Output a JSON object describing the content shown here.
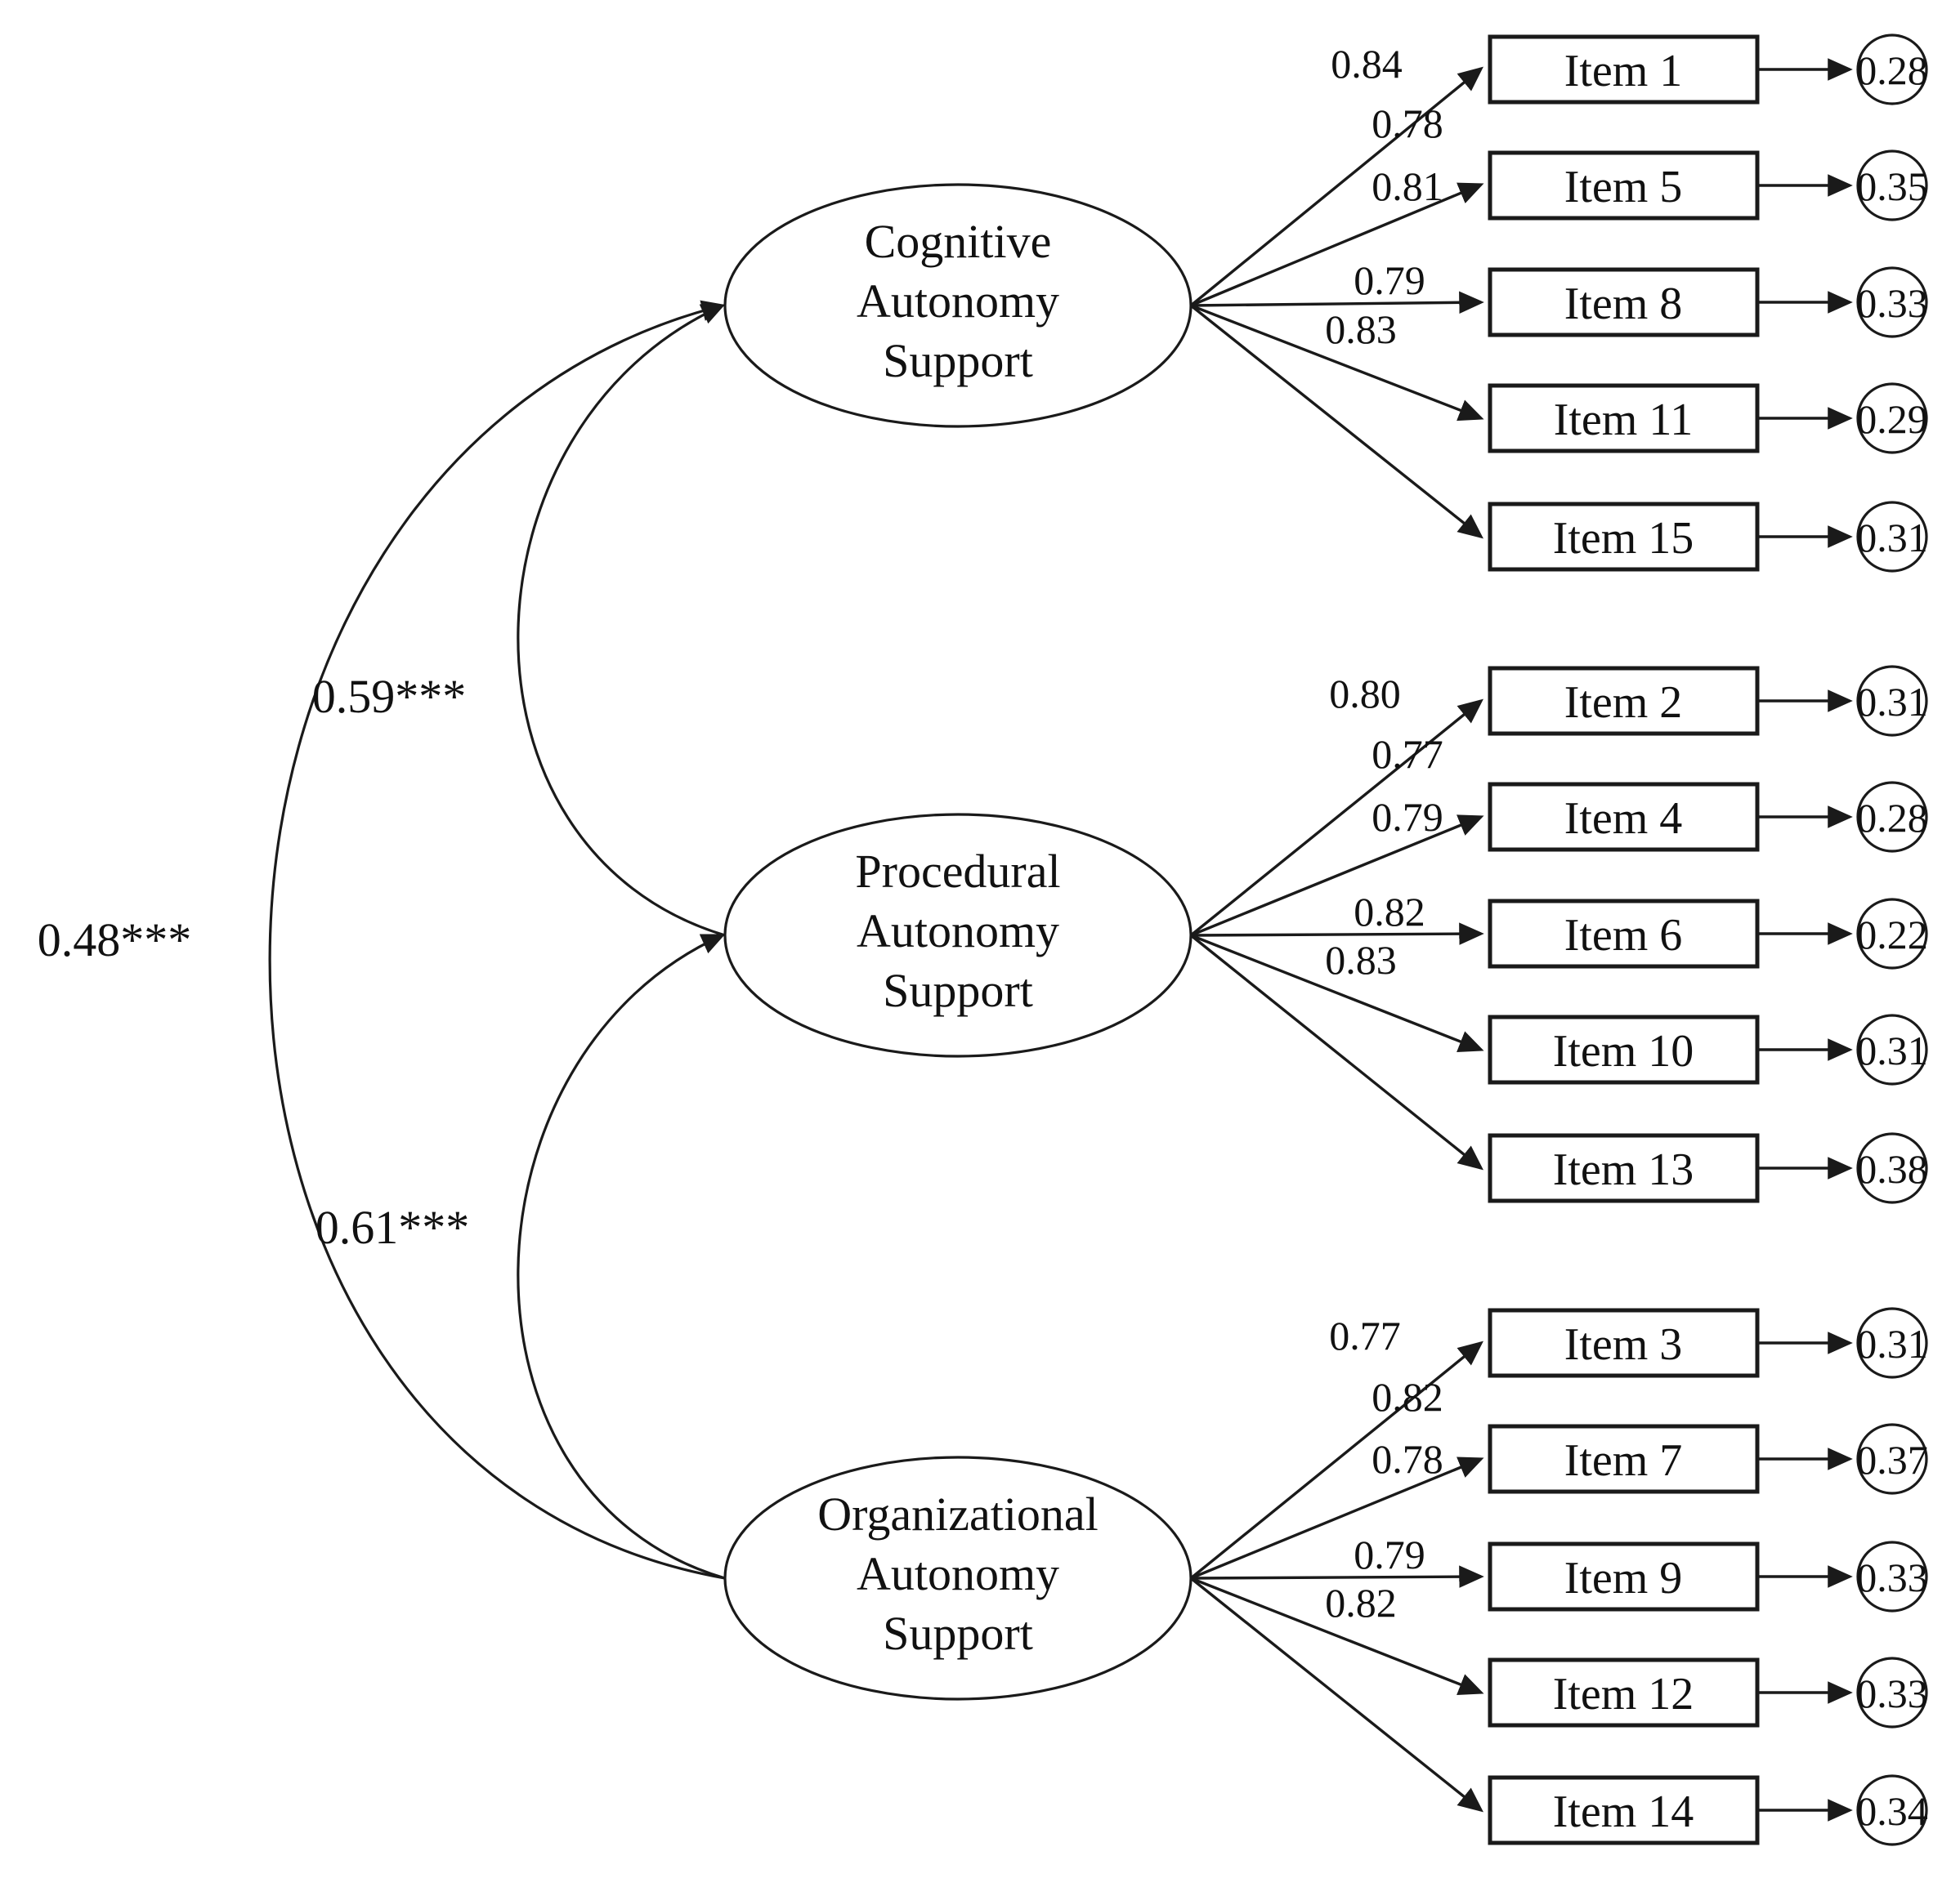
{
  "figure": {
    "type": "cfa-path-diagram",
    "title": "",
    "background_color": "#ffffff",
    "line_color": "#1a1a1a",
    "text_color": "#111111"
  },
  "chart_data": {
    "type": "diagram",
    "title": "",
    "factors": [
      {
        "id": "cognitive",
        "label_lines": [
          "Cognitive",
          "Autonomy",
          "Support"
        ],
        "indicators": [
          {
            "item": "Item  1",
            "loading": "0.84",
            "residual": "0.28"
          },
          {
            "item": "Item  5",
            "loading": "0.78",
            "residual": "0.35"
          },
          {
            "item": "Item  8",
            "loading": "0.81",
            "residual": "0.33"
          },
          {
            "item": "Item  11",
            "loading": "0.79",
            "residual": "0.29"
          },
          {
            "item": "Item  15",
            "loading": "0.83",
            "residual": "0.31"
          }
        ]
      },
      {
        "id": "procedural",
        "label_lines": [
          "Procedural",
          "Autonomy",
          "Support"
        ],
        "indicators": [
          {
            "item": "Item  2",
            "loading": "0.80",
            "residual": "0.31"
          },
          {
            "item": "Item  4",
            "loading": "0.77",
            "residual": "0.28"
          },
          {
            "item": "Item  6",
            "loading": "0.79",
            "residual": "0.22"
          },
          {
            "item": "Item  10",
            "loading": "0.82",
            "residual": "0.31"
          },
          {
            "item": "Item  13",
            "loading": "0.83",
            "residual": "0.38"
          }
        ]
      },
      {
        "id": "organizational",
        "label_lines": [
          "Organizational",
          "Autonomy",
          "Support"
        ],
        "indicators": [
          {
            "item": "Item  3",
            "loading": "0.77",
            "residual": "0.31"
          },
          {
            "item": "Item  7",
            "loading": "0.82",
            "residual": "0.37"
          },
          {
            "item": "Item  9",
            "loading": "0.78",
            "residual": "0.33"
          },
          {
            "item": "Item  12",
            "loading": "0.79",
            "residual": "0.33"
          },
          {
            "item": "Item  14",
            "loading": "0.82",
            "residual": "0.34"
          }
        ]
      }
    ],
    "correlations": [
      {
        "id": "cog-proc",
        "between": [
          "cognitive",
          "procedural"
        ],
        "value": "0.59***"
      },
      {
        "id": "cog-org",
        "between": [
          "cognitive",
          "organizational"
        ],
        "value": "0.48***"
      },
      {
        "id": "proc-org",
        "between": [
          "procedural",
          "organizational"
        ],
        "value": "0.61***"
      }
    ]
  }
}
